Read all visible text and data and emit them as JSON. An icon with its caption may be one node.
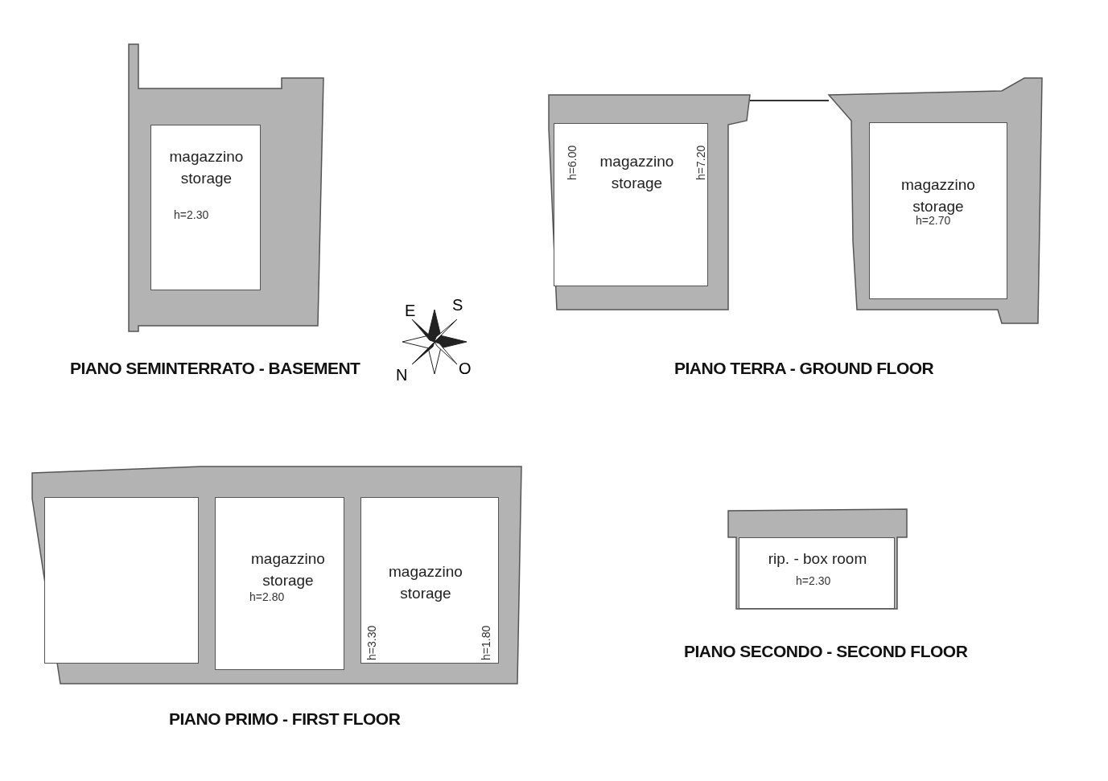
{
  "diagram": {
    "nodes": [
      {
        "text": [
          "magazzino storage",
          "h=2.30"
        ]
      },
      {
        "text": [
          "h=6.00",
          "magazzino storage",
          "h=7.20"
        ]
      },
      {
        "text": [
          "magazzino storage",
          "h=2.70"
        ]
      },
      {
        "text": [],
        "shape": "box"
      },
      {
        "text": [
          "magazzino storage",
          "h=2.80"
        ]
      },
      {
        "text": [
          "magazzino storage",
          "h=3.30",
          "h=1.80"
        ]
      },
      {
        "text": [
          "rip. - box room",
          "h=2.30"
        ]
      }
    ],
    "edges": [],
    "labels": [
      "PIANO SEMINTERRATO - BASEMENT",
      "E",
      "S",
      "N",
      "O",
      "PIANO TERRA - GROUND FLOOR",
      "PIANO PRIMO - FIRST FLOOR",
      "PIANO SECONDO - SECOND FLOOR"
    ]
  }
}
